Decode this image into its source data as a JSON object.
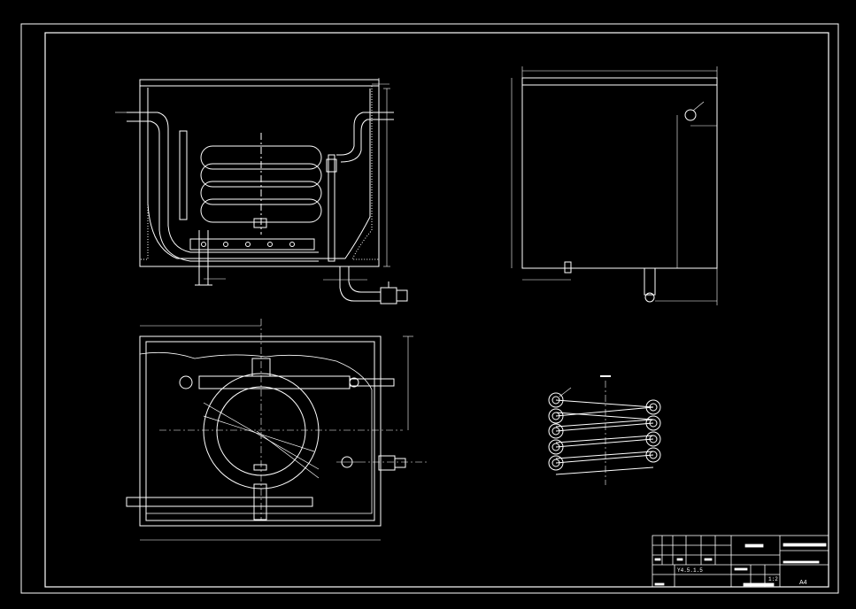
{
  "drawing": {
    "background": "#000000",
    "line_color": "#ffffff",
    "accent_color": "#ffffff"
  },
  "title_block": {
    "scale": "1:2",
    "part_code": "Y4.5.1.5",
    "paper_size": "A4"
  }
}
